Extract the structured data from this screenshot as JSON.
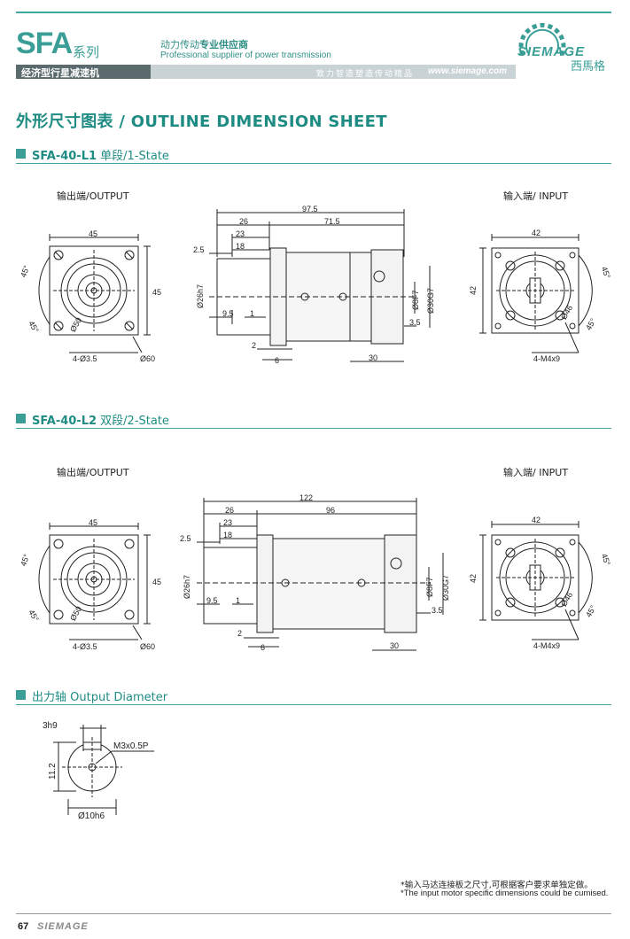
{
  "header": {
    "series_code": "SFA",
    "series_suffix": "系列",
    "tagline_cn_a": "动力传动",
    "tagline_cn_b": "专业供应商",
    "tagline_en": "Professional supplier of power transmission",
    "category_cn": "经济型行星减速机",
    "slogan_cn": "致力智造塑造传动精品",
    "website": "www.siemage.com",
    "logo_text": "SIEMAGE",
    "logo_cn": "西馬格",
    "accent_color": "#3a9e96"
  },
  "main_title": "外形尺寸图表 / OUTLINE DIMENSION SHEET",
  "sections": [
    {
      "model": "SFA-40-L1",
      "stage": "单段/1-State"
    },
    {
      "model": "SFA-40-L2",
      "stage": "双段/2-State"
    },
    {
      "model": "",
      "stage": "出力轴 Output Diameter"
    }
  ],
  "labels": {
    "output_end": "输出端/OUTPUT",
    "input_end": "输入端/ INPUT"
  },
  "l1": {
    "out": {
      "width": "45",
      "height": "45",
      "holes": "4-Ø3.5",
      "circle": "Ø60",
      "angle1": "45°",
      "angle2": "45°",
      "pcd": "Ø50"
    },
    "side": {
      "total": "97.5",
      "d26": "26",
      "d71": "71.5",
      "d23": "23",
      "d18": "18",
      "d2_5": "2.5",
      "shaft": "Ø26h7",
      "d9_5": "9.5",
      "d1": "1",
      "d2": "2",
      "d6": "6",
      "d30": "30",
      "d3_5": "3.5",
      "bore": "Ø8F7",
      "pilot": "Ø30G7"
    },
    "in": {
      "width": "42",
      "height": "42",
      "pcd": "Ø46",
      "angle1": "45°",
      "angle2": "45°",
      "holes": "4-M4x9"
    }
  },
  "l2": {
    "out": {
      "width": "45",
      "height": "45",
      "holes": "4-Ø3.5",
      "circle": "Ø60",
      "angle1": "45°",
      "angle2": "45°",
      "pcd": "Ø50"
    },
    "side": {
      "total": "122",
      "d26": "26",
      "d96": "96",
      "d23": "23",
      "d18": "18",
      "d2_5": "2.5",
      "shaft": "Ø26h7",
      "d9_5": "9.5",
      "d1": "1",
      "d2": "2",
      "d6": "6",
      "d30": "30",
      "d3_5": "3.5",
      "bore": "Ø8F7",
      "pilot": "Ø30G7"
    },
    "in": {
      "width": "42",
      "height": "42",
      "pcd": "Ø46",
      "angle1": "45°",
      "angle2": "45°",
      "holes": "4-M4x9"
    }
  },
  "shaft_detail": {
    "key": "3h9",
    "height": "11.2",
    "thread": "M3x0.5P",
    "diameter": "Ø10h6"
  },
  "notes": {
    "cn": "*输入马达连接板之尺寸,可根据客户要求单独定做。",
    "en": "*The input motor specific dimensions could be cumised."
  },
  "footer": {
    "page": "67",
    "brand": "SIEMAGE"
  }
}
